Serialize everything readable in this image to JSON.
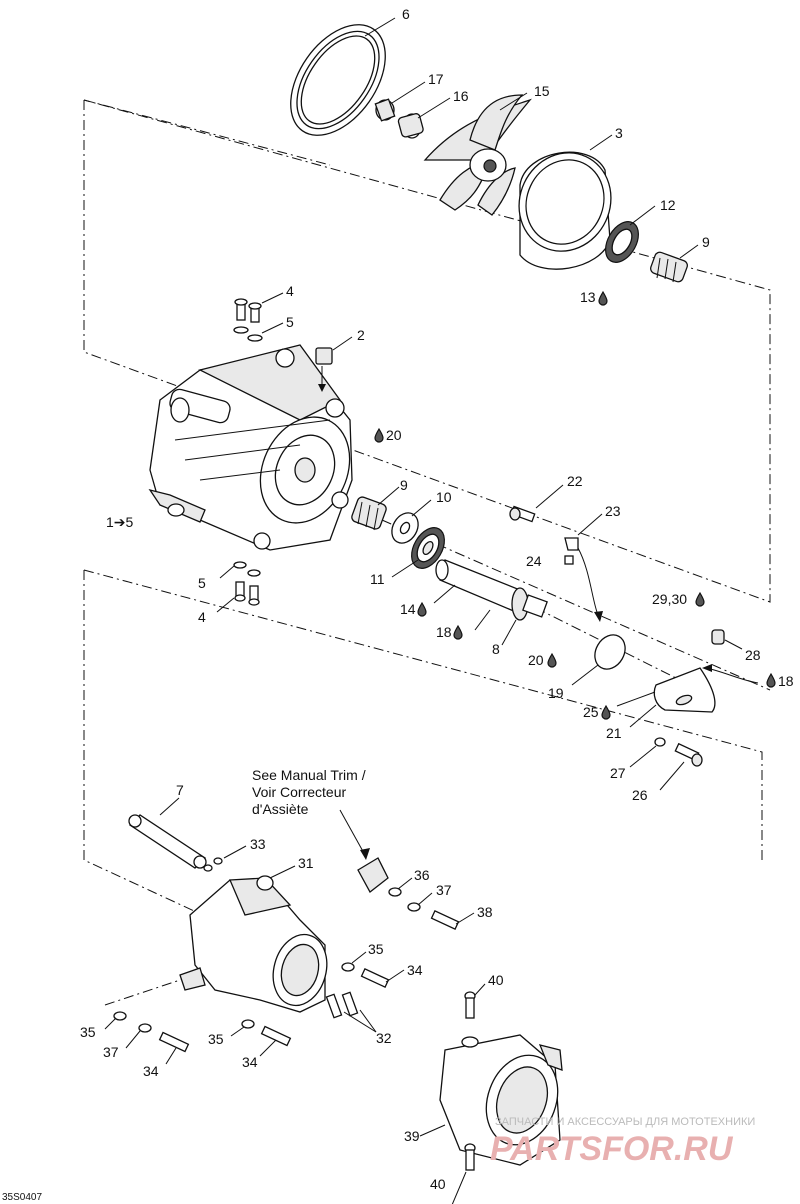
{
  "figure_code": "35S0407",
  "note": {
    "line1": "See Manual Trim /",
    "line2": "Voir Correcteur",
    "line3": "d'Assiète"
  },
  "labels": {
    "p1": "1➔5",
    "p2": "2",
    "p3": "3",
    "p4a": "4",
    "p4b": "4",
    "p5a": "5",
    "p5b": "5",
    "p6": "6",
    "p7": "7",
    "p8": "8",
    "p9a": "9",
    "p9b": "9",
    "p10": "10",
    "p11": "11",
    "p12": "12",
    "p13": "13",
    "p14": "14",
    "p15": "15",
    "p16": "16",
    "p17": "17",
    "p18a": "18",
    "p18b": "18",
    "p19": "19",
    "p20a": "20",
    "p20b": "20",
    "p21": "21",
    "p22": "22",
    "p23": "23",
    "p24": "24",
    "p25": "25",
    "p26": "26",
    "p27": "27",
    "p28": "28",
    "p29_30": "29,30",
    "p31": "31",
    "p32": "32",
    "p33": "33",
    "p34a": "34",
    "p34b": "34",
    "p34c": "34",
    "p35a": "35",
    "p35b": "35",
    "p35c": "35",
    "p36": "36",
    "p37a": "37",
    "p37b": "37",
    "p38": "38",
    "p39": "39",
    "p40a": "40",
    "p40b": "40"
  },
  "watermark": {
    "top": "ЗАПЧАСТИ И АКСЕССУАРЫ ДЛЯ МОТОТЕХНИКИ",
    "brand": "PARTSFOR.RU"
  },
  "icons": {
    "lubricant": "lubricant-drop-icon",
    "arrow": "arrow-right-icon"
  }
}
